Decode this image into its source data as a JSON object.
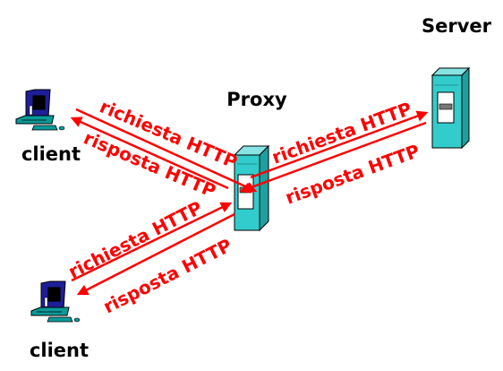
{
  "labels": {
    "server": "Server",
    "proxy": "Proxy",
    "client_top": "client",
    "client_bottom": "client"
  },
  "arrows": {
    "client_top_request": "richiesta HTTP",
    "client_top_response": "risposta HTTP",
    "server_request": "richiesta HTTP",
    "server_response": "risposta HTTP",
    "client_bottom_request": "richiesta HTTP",
    "client_bottom_response": "risposta HTTP"
  },
  "colors": {
    "arrow": "#ff0000",
    "proxy_box": "#33cccc",
    "server_box": "#33cccc",
    "text": "#000000"
  },
  "icons": {
    "server": "server-tower-icon",
    "proxy": "proxy-tower-icon",
    "client_top": "desktop-computer-icon",
    "client_bottom": "desktop-computer-icon"
  }
}
